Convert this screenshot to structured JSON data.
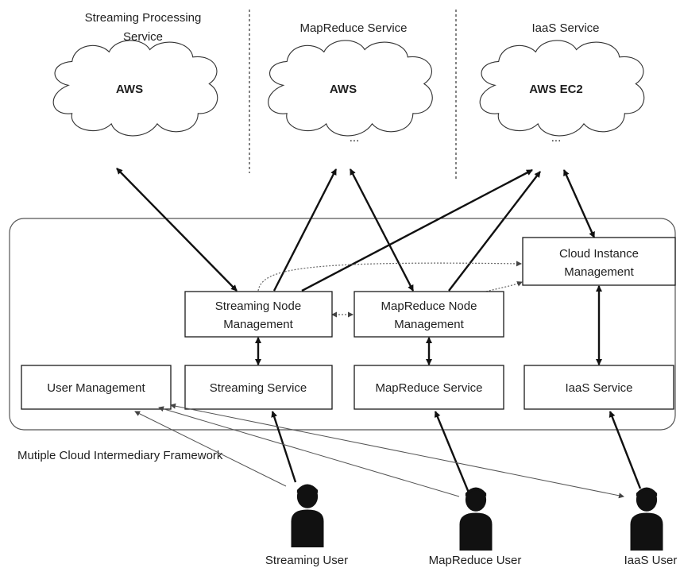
{
  "services_header": {
    "streaming_l1": "Streaming Processing",
    "streaming_l2": "Service",
    "mapreduce": "MapReduce Service",
    "iaas": "IaaS Service"
  },
  "clouds": {
    "c1": "AWS",
    "c2": "AWS",
    "c3": "AWS EC2",
    "ellipsis": "..."
  },
  "framework": {
    "label": "Mutiple Cloud Intermediary Framework",
    "cloud_instance_l1": "Cloud Instance",
    "cloud_instance_l2": "Management",
    "streaming_node_l1": "Streaming Node",
    "streaming_node_l2": "Management",
    "mapreduce_node_l1": "MapReduce Node",
    "mapreduce_node_l2": "Management",
    "user_management": "User Management",
    "streaming_service": "Streaming Service",
    "mapreduce_service": "MapReduce Service",
    "iaas_service": "IaaS Service"
  },
  "users": {
    "streaming": "Streaming User",
    "mapreduce": "MapReduce User",
    "iaas": "IaaS User"
  }
}
